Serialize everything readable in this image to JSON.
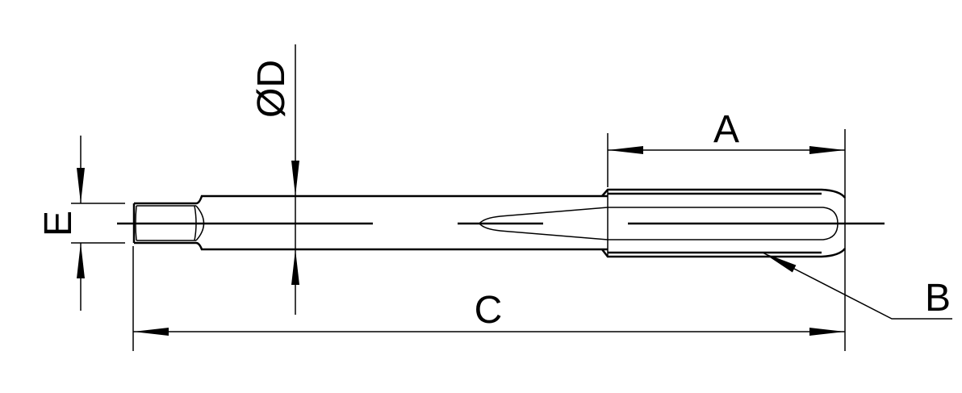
{
  "drawing": {
    "labels": {
      "a": "A",
      "b": "B",
      "c": "C",
      "d": "ØD",
      "e": "E"
    },
    "line_color": "#000000",
    "background": "#ffffff"
  }
}
